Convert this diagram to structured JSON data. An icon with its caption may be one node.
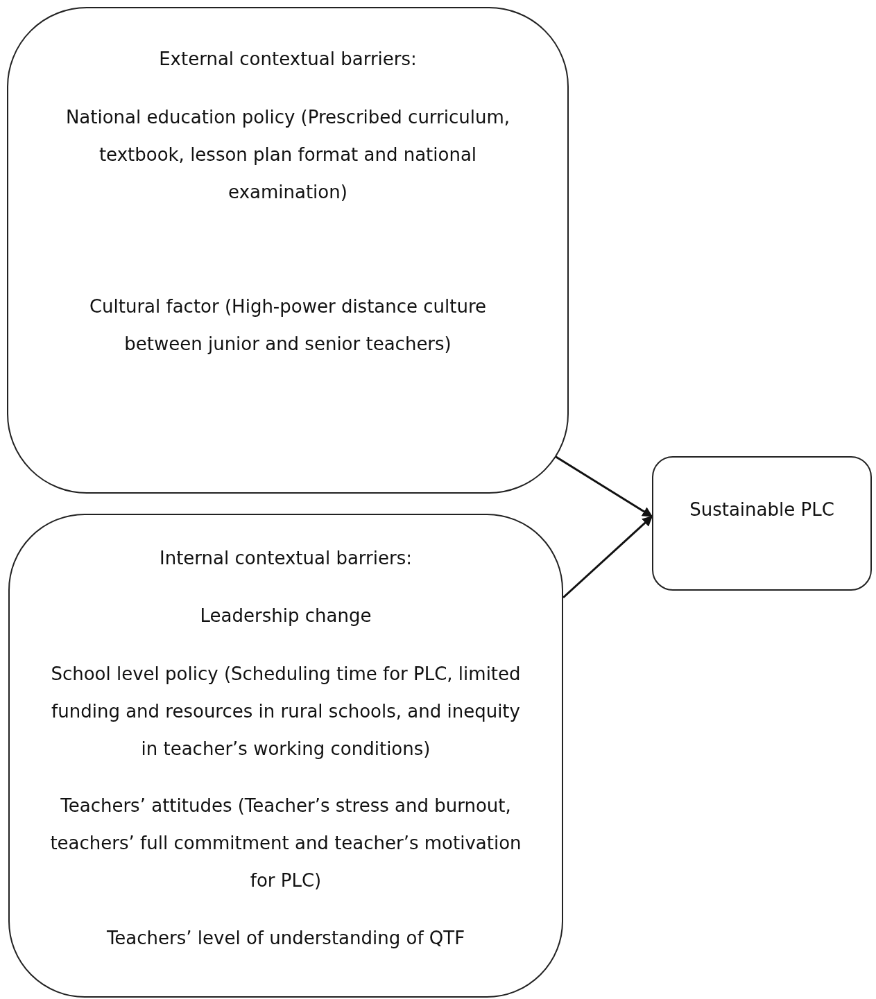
{
  "diagram": {
    "nodes": [
      {
        "text": [
          "External contextual barriers:",
          "National education policy (Prescribed curriculum, textbook, lesson plan format and national examination)",
          "Cultural factor (High-power distance culture between junior and senior teachers)"
        ]
      },
      {
        "text": [
          "Internal contextual barriers:",
          "Leadership change",
          "School level policy (Scheduling time for PLC, limited funding and resources in rural schools, and inequity in teacher’s working conditions)",
          "Teachers’ attitudes (Teacher’s stress and burnout, teachers’ full commitment and teacher’s motivation for PLC)",
          "Teachers’ level of understanding of QTF"
        ]
      },
      {
        "text": [
          "Sustainable PLC"
        ]
      }
    ],
    "edges": [
      {
        "from": 0,
        "to": 2,
        "arrow": "to"
      },
      {
        "from": 1,
        "to": 2,
        "arrow": "to"
      }
    ]
  }
}
